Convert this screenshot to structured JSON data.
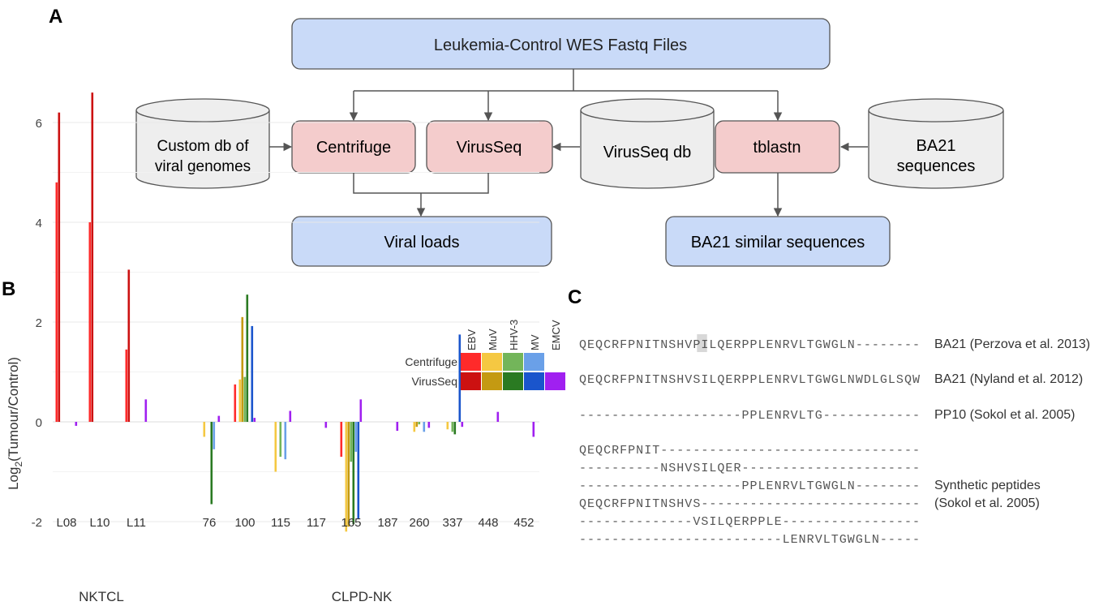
{
  "panel_labels": {
    "a": "A",
    "b": "B",
    "c": "C"
  },
  "flowchart": {
    "input_node": "Leukemia-Control WES Fastq Files",
    "db_custom": [
      "Custom db of",
      "viral genomes"
    ],
    "tool_centrifuge": "Centrifuge",
    "tool_virusseq": "VirusSeq",
    "db_virusseq": "VirusSeq db",
    "tool_tblastn": "tblastn",
    "db_ba21": [
      "BA21",
      "sequences"
    ],
    "output_viral_loads": "Viral loads",
    "output_ba21_similar": "BA21 similar sequences"
  },
  "chart_data": {
    "type": "bar",
    "title": "",
    "ylabel_prefix": "Log",
    "ylabel_sub": "2",
    "ylabel_suffix": "(Tumour/Control)",
    "ylim": [
      -2.3,
      7.0
    ],
    "yticks": [
      -2,
      0,
      2,
      4,
      6
    ],
    "grid": true,
    "legend_position": "top-right",
    "categories": [
      "L08",
      "L10",
      "L11",
      "76",
      "100",
      "115",
      "117",
      "165",
      "187",
      "260",
      "337",
      "448",
      "452"
    ],
    "group_labels": [
      {
        "label": "NKTCL",
        "categories": [
          "L08",
          "L10",
          "L11"
        ]
      },
      {
        "label": "CLPD-NK",
        "categories": [
          "76",
          "100",
          "115",
          "117",
          "165",
          "187",
          "260",
          "337",
          "448",
          "452"
        ]
      }
    ],
    "legend": {
      "viruses": [
        "EBV",
        "MuV",
        "HHV-3",
        "MV",
        "EMCV"
      ],
      "methods": [
        "Centrifuge",
        "VirusSeq"
      ]
    },
    "series": [
      {
        "name": "EBV Centrifuge",
        "color": "#ff2a2a",
        "values": [
          4.8,
          4.0,
          1.45,
          0,
          0.75,
          0,
          0,
          -0.7,
          0,
          0,
          0,
          0,
          0
        ]
      },
      {
        "name": "EBV VirusSeq",
        "color": "#cc1111",
        "values": [
          6.2,
          6.6,
          3.05,
          0,
          0.0,
          0,
          0,
          0,
          0,
          0,
          0,
          0,
          0
        ]
      },
      {
        "name": "MuV Centrifuge",
        "color": "#f5c842",
        "values": [
          0,
          0,
          0,
          -0.3,
          0.85,
          -1.0,
          0,
          -2.2,
          0,
          -0.2,
          -0.15,
          0,
          0
        ]
      },
      {
        "name": "MuV VirusSeq",
        "color": "#c49a12",
        "values": [
          0,
          0,
          0,
          0,
          2.1,
          0,
          0,
          -2.1,
          0,
          -0.1,
          0,
          0,
          0
        ]
      },
      {
        "name": "HHV-3 Centrifuge",
        "color": "#73b55a",
        "values": [
          0,
          0,
          0,
          0,
          0.9,
          -0.7,
          0,
          -0.8,
          0,
          -0.05,
          -0.2,
          0,
          0
        ]
      },
      {
        "name": "HHV-3 VirusSeq",
        "color": "#2a7a22",
        "values": [
          0,
          0,
          0,
          -1.65,
          2.55,
          0,
          0,
          -2.05,
          0,
          0,
          -0.25,
          0,
          0
        ]
      },
      {
        "name": "MV Centrifuge",
        "color": "#6aa0e8",
        "values": [
          0,
          0,
          0,
          -0.55,
          0,
          -0.75,
          0,
          -0.6,
          0,
          -0.2,
          0,
          0,
          0
        ]
      },
      {
        "name": "MV VirusSeq",
        "color": "#1a55cc",
        "values": [
          0,
          0,
          0,
          0,
          1.92,
          0,
          0,
          -1.95,
          0,
          0,
          1.75,
          0,
          0
        ]
      },
      {
        "name": "EMCV VirusSeq",
        "color": "#a020f0",
        "values": [
          -0.08,
          0,
          0.45,
          0.12,
          0.08,
          0.22,
          -0.12,
          0.45,
          -0.18,
          -0.12,
          -0.1,
          0.2,
          -0.3
        ]
      }
    ]
  },
  "alignment": {
    "highlight": {
      "row": 0,
      "char_index": 14,
      "color": "#d8d8d8"
    },
    "rows": [
      {
        "seq": "QEQCRFPNITNSHVPILQERPPLENRVLTGWGLN--------",
        "label": "BA21 (Perzova et al. 2013)"
      },
      {
        "seq": "QEQCRFPNITNSHVSILQERPPLENRVLTGWGLNWDLGLSQW",
        "label": "BA21 (Nyland et al. 2012)"
      },
      {
        "seq": "--------------------PPLENRVLTG------------",
        "label": "PP10 (Sokol et al. 2005)"
      },
      {
        "seq": "QEQCRFPNIT--------------------------------",
        "label": ""
      },
      {
        "seq": "----------NSHVSILQER----------------------",
        "label": ""
      },
      {
        "seq": "--------------------PPLENRVLTGWGLN--------",
        "label": "Synthetic peptides"
      },
      {
        "seq": "QEQCRFPNITNSHVS---------------------------",
        "label": "(Sokol et al. 2005)"
      },
      {
        "seq": "--------------VSILQERPPLE-----------------",
        "label": ""
      },
      {
        "seq": "-------------------------LENRVLTGWGLN-----",
        "label": ""
      }
    ]
  }
}
